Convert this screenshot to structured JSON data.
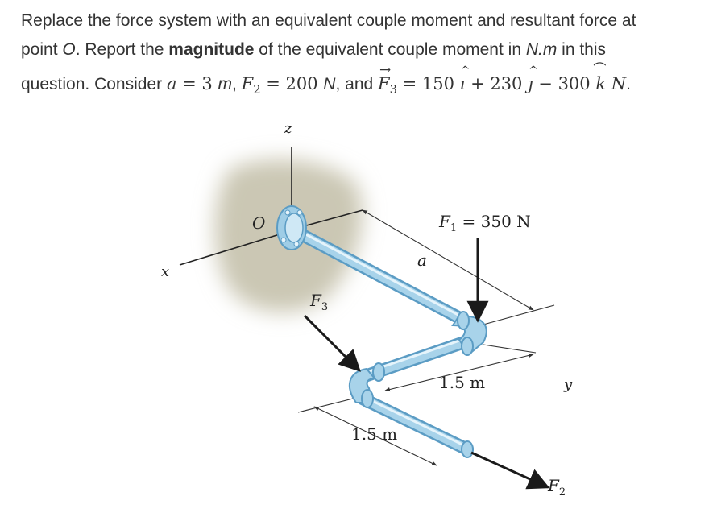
{
  "problem": {
    "line1": "Replace the force system with an equivalent couple moment and resultant force at",
    "line2_before": "point ",
    "line2_point": "O",
    "line2_mid": ". Report the ",
    "line2_bold": "magnitude",
    "line2_after": " of the equivalent couple moment in ",
    "line2_unit": "N.m",
    "line2_end": " in this",
    "line3_before": "question. Consider ",
    "a_symbol": "a",
    "a_value": " = 3 ",
    "a_unit": "m",
    "sep1": ", ",
    "F2_symbol": "F",
    "F2_sub": "2",
    "F2_value": " = 200 ",
    "F2_unit": "N",
    "sep2": ", and ",
    "F3_symbol": "F",
    "F3_sub": "3",
    "eq": " = 150 ",
    "i_sym": "ı",
    "plus": " + 230 ",
    "j_sym": "ȷ",
    "minus": " − 300 ",
    "k_sym": "k",
    "F3_unit": " N",
    "period": "."
  },
  "figure": {
    "label_z": "z",
    "label_x": "x",
    "label_y": "y",
    "label_O": "O",
    "label_a": "a",
    "label_F1": "F",
    "label_F1_sub": "1",
    "label_F1_value": " = 350 N",
    "label_F3": "F",
    "label_F3_sub": "3",
    "label_F2": "F",
    "label_F2_sub": "2",
    "dim_1": "1.5 m",
    "dim_2": "1.5 m"
  },
  "colors": {
    "text": "#333333",
    "pipe": "#9fcde6",
    "pipe_dark": "#5b9cc4",
    "pipe_light": "#e6f4fb",
    "wall": "#cbc7b4",
    "arrow": "#1a1a1a"
  }
}
